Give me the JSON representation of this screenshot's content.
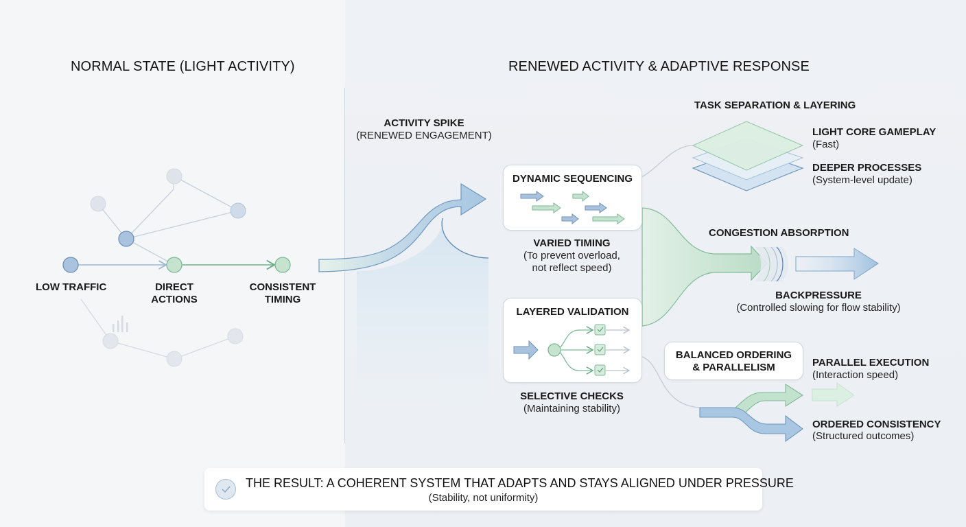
{
  "left_panel": {
    "title": "NORMAL STATE (LIGHT ACTIVITY)",
    "nodes": {
      "low_traffic": "LOW TRAFFIC",
      "direct_actions": [
        "DIRECT",
        "ACTIONS"
      ],
      "consistent_timing": [
        "CONSISTENT",
        "TIMING"
      ]
    }
  },
  "right_panel": {
    "title": "RENEWED ACTIVITY & ADAPTIVE RESPONSE",
    "activity_spike": {
      "title": "ACTIVITY SPIKE",
      "subtitle": "(RENEWED ENGAGEMENT)"
    },
    "dynamic_sequencing": {
      "title": "DYNAMIC SEQUENCING",
      "caption_title": "VARIED TIMING",
      "caption_lines": [
        "(To prevent overload,",
        "not reflect speed)"
      ]
    },
    "layered_validation": {
      "title": "LAYERED VALIDATION",
      "caption_title": "SELECTIVE CHECKS",
      "caption_sub": "(Maintaining stability)"
    },
    "task_separation": {
      "title": "TASK SEPARATION & LAYERING",
      "layers": [
        {
          "title": "LIGHT CORE GAMEPLAY",
          "sub": "(Fast)"
        },
        {
          "title": "DEEPER PROCESSES",
          "sub": "(System-level update)"
        }
      ]
    },
    "congestion": {
      "title": "CONGESTION ABSORPTION",
      "caption_title": "BACKPRESSURE",
      "caption_sub": "(Controlled slowing for flow stability)"
    },
    "balanced": {
      "title_lines": [
        "BALANCED ORDERING",
        "& PARALLELISM"
      ],
      "outputs": [
        {
          "title": "PARALLEL EXECUTION",
          "sub": "(Interaction speed)"
        },
        {
          "title": "ORDERED CONSISTENCY",
          "sub": "(Structured outcomes)"
        }
      ]
    }
  },
  "result": {
    "icon": "check-circle-icon",
    "title": "THE RESULT: A COHERENT SYSTEM THAT ADAPTS AND STAYS ALIGNED UNDER PRESSURE",
    "subtitle": "(Stability, not uniformity)"
  },
  "colors": {
    "blue": "#9dbcdc",
    "blue_stroke": "#5b83ad",
    "green": "#b6dcc4",
    "green_stroke": "#6cae86",
    "grey_node": "#dde2e9"
  }
}
